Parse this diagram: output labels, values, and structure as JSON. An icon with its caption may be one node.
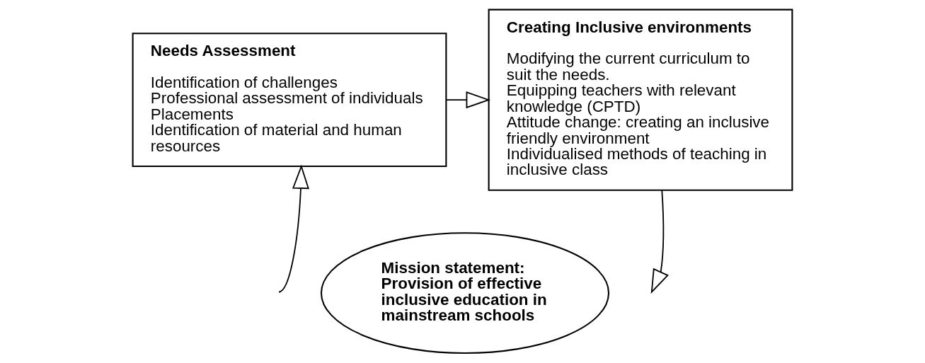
{
  "diagram": {
    "nodes": [
      {
        "text": [
          "Needs Assessment",
          "Identification of challenges",
          "Professional assessment of individuals",
          "Placements",
          "Identification of material and human resources"
        ]
      },
      {
        "text": [
          "Creating Inclusive environments",
          "Modifying the current curriculum to suit the needs.",
          "Equipping teachers with relevant knowledge (CPTD)",
          "Attitude change: creating an inclusive friendly environment",
          "Individualised methods of teaching in inclusive class"
        ]
      },
      {
        "text": [
          "Mission statement:",
          "Provision of effective inclusive education in mainstream schools"
        ]
      }
    ],
    "edges": [
      {
        "from": 0,
        "to": 1,
        "arrow": "to"
      },
      {
        "from": null,
        "to": 0,
        "arrow": "to"
      },
      {
        "from": 1,
        "to": null,
        "arrow": "to"
      }
    ]
  }
}
